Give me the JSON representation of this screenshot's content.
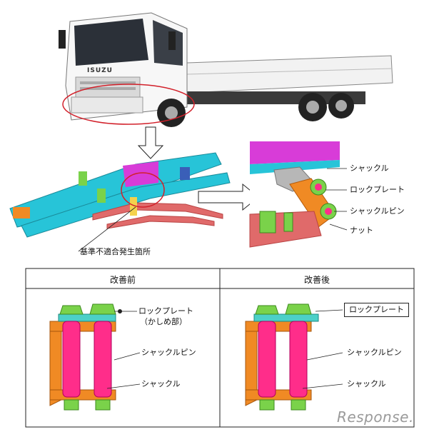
{
  "callouts": {
    "shackle": "シャックル",
    "lock_plate": "ロックプレート",
    "shackle_pin": "シャックルピン",
    "nut": "ナット",
    "defect_location": "基準不適合発生箇所"
  },
  "table": {
    "before_header": "改善前",
    "after_header": "改善後",
    "before_labels": {
      "lock_plate": "ロックプレート",
      "lock_plate_sub": "（かしめ部）",
      "shackle_pin": "シャックルピン",
      "shackle": "シャックル"
    },
    "after_labels": {
      "lock_plate": "ロックプレート",
      "shackle_pin": "シャックルピン",
      "shackle": "シャックル"
    }
  },
  "truck": {
    "grille_badge": "ISUZU"
  },
  "watermark": "Response."
}
